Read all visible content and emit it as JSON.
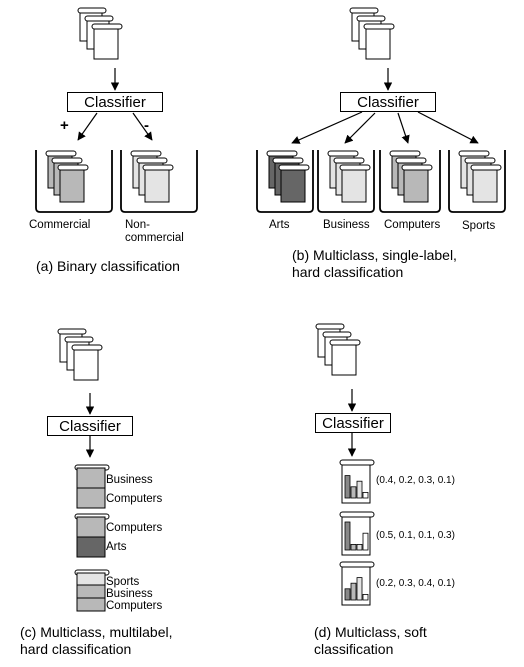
{
  "classifier_label": "Classifier",
  "panel_a": {
    "plus_sign": "+",
    "minus_sign": "-",
    "bins": [
      "Commercial",
      "Non-\ncommercial"
    ],
    "caption": "(a) Binary classification"
  },
  "panel_b": {
    "bins": [
      "Arts",
      "Business",
      "Computers",
      "Sports"
    ],
    "caption": "(b) Multiclass, single-label,\nhard classification"
  },
  "panel_c": {
    "docs": [
      [
        "Business",
        "Computers"
      ],
      [
        "Computers",
        "Arts"
      ],
      [
        "Sports",
        "Business",
        "Computers"
      ]
    ],
    "caption": "(c) Multiclass, multilabel,\nhard classification"
  },
  "panel_d": {
    "scores": [
      {
        "label": "(0.4, 0.2, 0.3, 0.1)",
        "values": [
          0.4,
          0.2,
          0.3,
          0.1
        ]
      },
      {
        "label": "(0.5, 0.1, 0.1, 0.3)",
        "values": [
          0.5,
          0.1,
          0.1,
          0.3
        ]
      },
      {
        "label": "(0.2, 0.3, 0.4, 0.1)",
        "values": [
          0.2,
          0.3,
          0.4,
          0.1
        ]
      }
    ],
    "caption": "(d) Multiclass, soft\nclassification"
  },
  "colors": {
    "light": "#e4e4e4",
    "mid": "#b8b8b8",
    "dark": "#888888",
    "darker": "#666666"
  }
}
